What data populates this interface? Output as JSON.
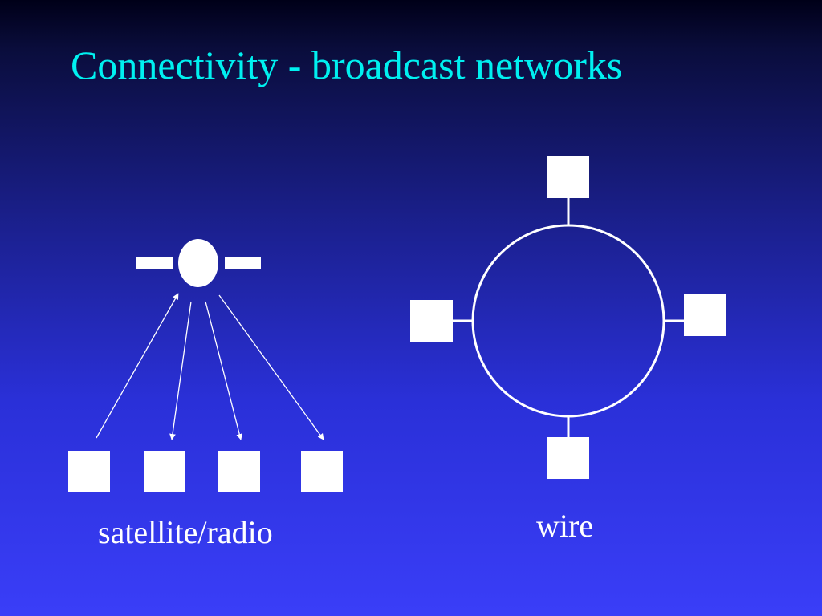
{
  "slide": {
    "title": "Connectivity - broadcast networks"
  },
  "diagrams": {
    "satellite_caption": "satellite/radio",
    "wire_caption": "wire"
  },
  "colors": {
    "title": "#00f0f0",
    "shapes": "#ffffff"
  }
}
